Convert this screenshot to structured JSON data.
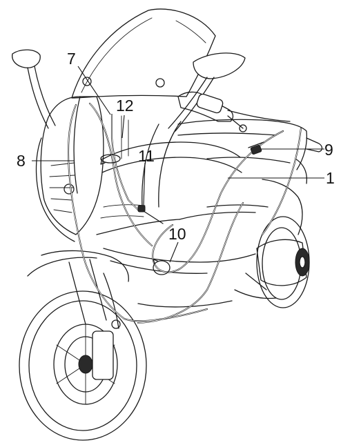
{
  "callouts": {
    "c1": "1",
    "c7": "7",
    "c8": "8",
    "c9": "9",
    "c10": "10",
    "c11": "11",
    "c12": "12"
  },
  "colors": {
    "line": "#1a1a1a",
    "background": "#ffffff"
  }
}
